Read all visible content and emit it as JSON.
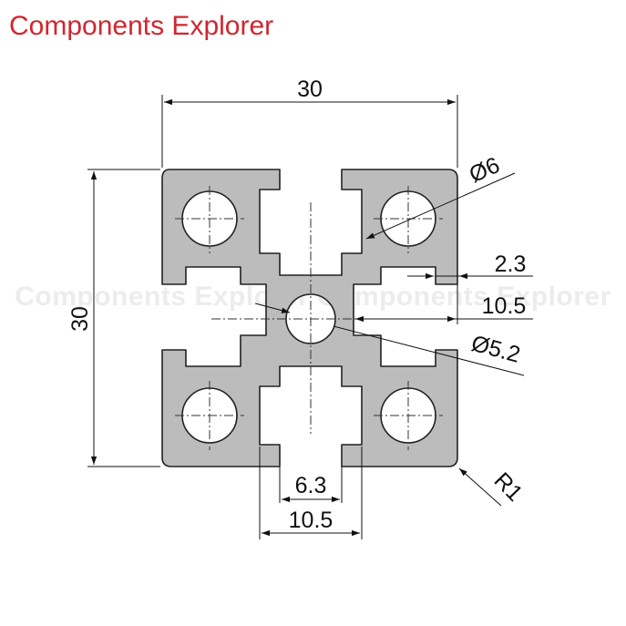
{
  "brand": {
    "title": "Components Explorer",
    "color": "#d0262f"
  },
  "watermark": {
    "text": "Components Explorer Components Explorer"
  },
  "drawing": {
    "profile_fill": "#bcbcbc",
    "outline_color": "#222222",
    "dimensions": {
      "overall_width": "30",
      "overall_height": "30",
      "corner_hole_diameter": "Ø6",
      "center_hole_diameter": "Ø5.2",
      "wall_thickness": "2.3",
      "slot_opening_right": "10.5",
      "slot_width_bottom": "6.3",
      "slot_opening_bottom": "10.5",
      "corner_radius": "R1"
    }
  }
}
